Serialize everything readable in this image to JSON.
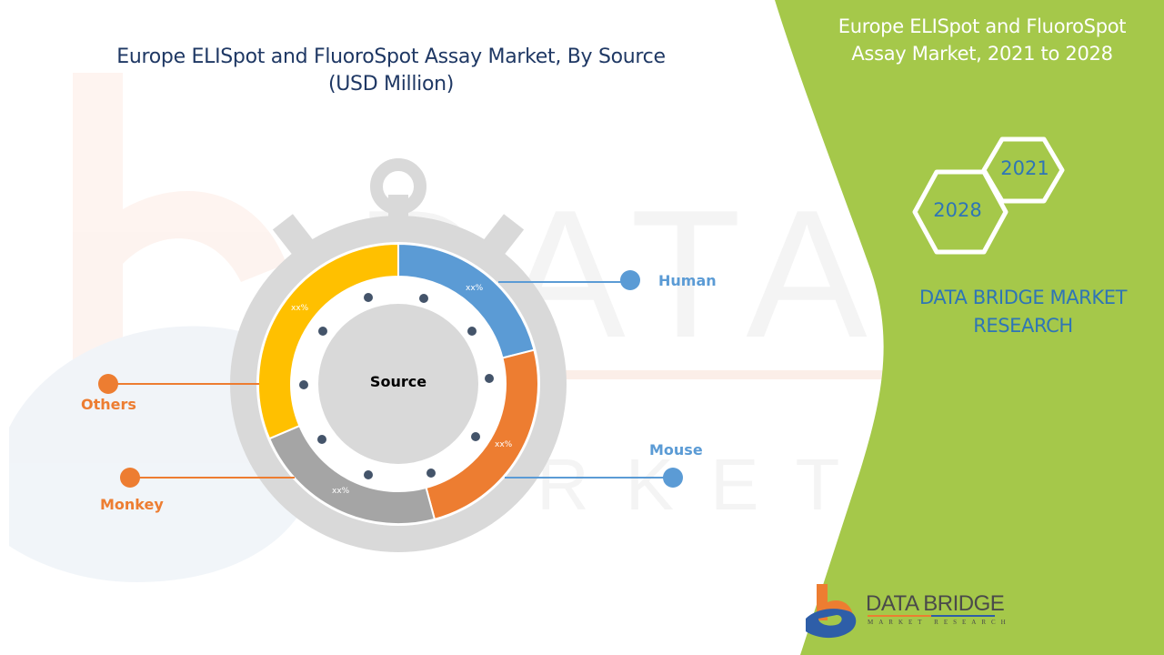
{
  "header": {
    "title_line1": "Europe ELISpot and FluoroSpot Assay Market, By Source",
    "title_line2": "(USD Million)"
  },
  "side_panel": {
    "title_line1": "Europe ELISpot and FluoroSpot",
    "title_line2": "Assay Market, 2021 to 2028",
    "hex_years": [
      "2021",
      "2028"
    ],
    "brand_line1": "DATA BRIDGE MARKET",
    "brand_line2": "RESEARCH",
    "panel_color": "#a5c84a"
  },
  "logo": {
    "name": "DATA BRIDGE",
    "tagline": "MARKET RESEARCH"
  },
  "chart_data": {
    "type": "pie",
    "style": "donut (stopwatch infographic)",
    "title": "Europe ELISpot and FluoroSpot Assay Market, By Source (USD Million)",
    "center_label": "Source",
    "categories": [
      "Human",
      "Mouse",
      "Monkey",
      "Others"
    ],
    "value_labels": [
      "xx%",
      "xx%",
      "xx%",
      "xx%"
    ],
    "approx_share_pct": [
      21,
      25,
      23,
      31
    ],
    "colors": [
      "#5b9bd5",
      "#ed7d31",
      "#a5a5a5",
      "#ffc000"
    ],
    "legend_label_colors": [
      "#5b9bd5",
      "#5b9bd5",
      "#ed7d31",
      "#ed7d31"
    ],
    "legend_position": "callouts around chart"
  }
}
